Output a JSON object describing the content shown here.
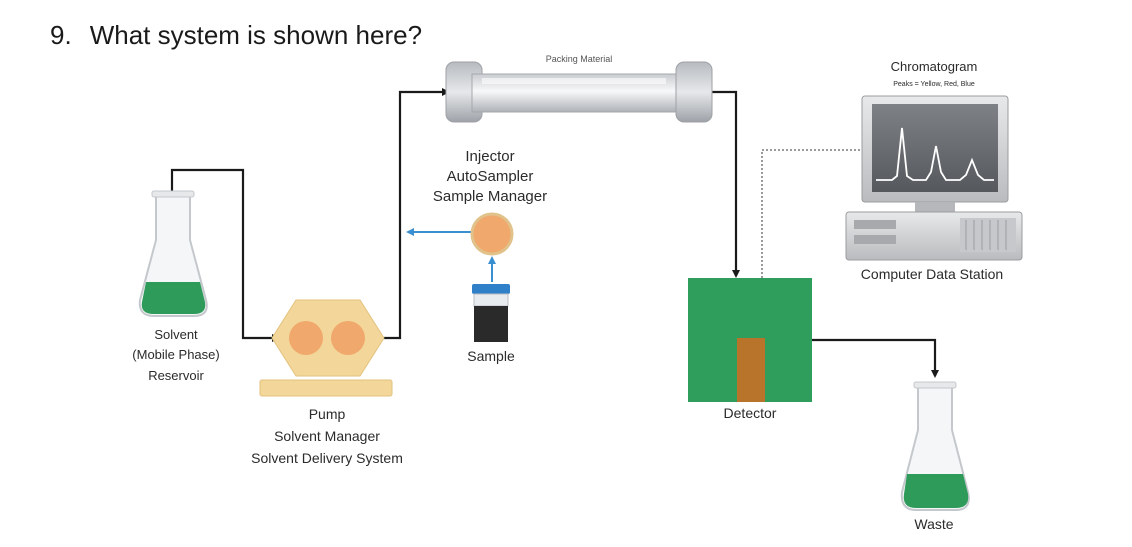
{
  "question": {
    "number": "9.",
    "text": "What system is shown here?"
  },
  "diagram": {
    "column_label": "Packing Material",
    "chromatogram": {
      "title": "Chromatogram",
      "subtitle": "Peaks = Yellow, Red, Blue"
    },
    "computer_label": "Computer Data Station",
    "injector_label": [
      "Injector",
      "AutoSampler",
      "Sample Manager"
    ],
    "sample_label": "Sample",
    "reservoir_label": [
      "Solvent",
      "(Mobile Phase)",
      "Reservoir"
    ],
    "pump_label": [
      "Pump",
      "Solvent Manager",
      "Solvent Delivery System"
    ],
    "detector_label": "Detector",
    "waste_label": "Waste"
  },
  "colors": {
    "line": "#1a1a1a",
    "flask_liquid": "#2e9b5a",
    "pump_body": "#f3d79a",
    "pump_head": "#f0a86c",
    "injector": "#f0a86c",
    "detector_body": "#2f9d5c",
    "detector_cell": "#b8742a",
    "arrow_blue": "#3a8fd0"
  }
}
